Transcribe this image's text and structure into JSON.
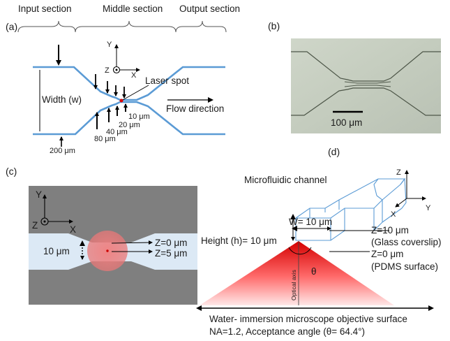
{
  "panels": {
    "a": "(a)",
    "b": "(b)",
    "c": "(c)",
    "d": "(d)"
  },
  "panel_a": {
    "sections": [
      "Input section",
      "Middle section",
      "Output section"
    ],
    "width_label": "Width (w)",
    "laser_spot": "Laser spot",
    "flow_direction": "Flow direction",
    "widths": [
      "10 μm",
      "20 μm",
      "40 μm",
      "80 μm",
      "200 μm"
    ],
    "axes": {
      "y": "Y",
      "z": "Z",
      "x": "X"
    }
  },
  "panel_b": {
    "scale_bar": "100 μm"
  },
  "panel_c": {
    "axes": {
      "y": "Y",
      "z": "Z",
      "x": "X"
    },
    "width": "10 μm",
    "z0": "Z=0 μm",
    "z5": "Z=5 μm"
  },
  "panel_d": {
    "title": "Microfluidic channel",
    "axes": {
      "z": "Z",
      "x": "X",
      "y": "Y"
    },
    "w": "W= 10 μm",
    "height": "Height (h)= 10 μm",
    "z10": "Z=10 μm",
    "glass": "(Glass coverslip)",
    "z0": "Z=0 μm",
    "pdms": "(PDMS surface)",
    "optical_axis": "Optical axis",
    "theta": "θ",
    "objective": "Water- immersion microscope objective surface",
    "na": "NA=1.2, Acceptance angle (θ= 64.4°)"
  },
  "colors": {
    "channel": "#5b9bd5",
    "cone": "#e00000",
    "dark_panel": "#7f7f7f",
    "light_channel": "#dce9f5"
  }
}
